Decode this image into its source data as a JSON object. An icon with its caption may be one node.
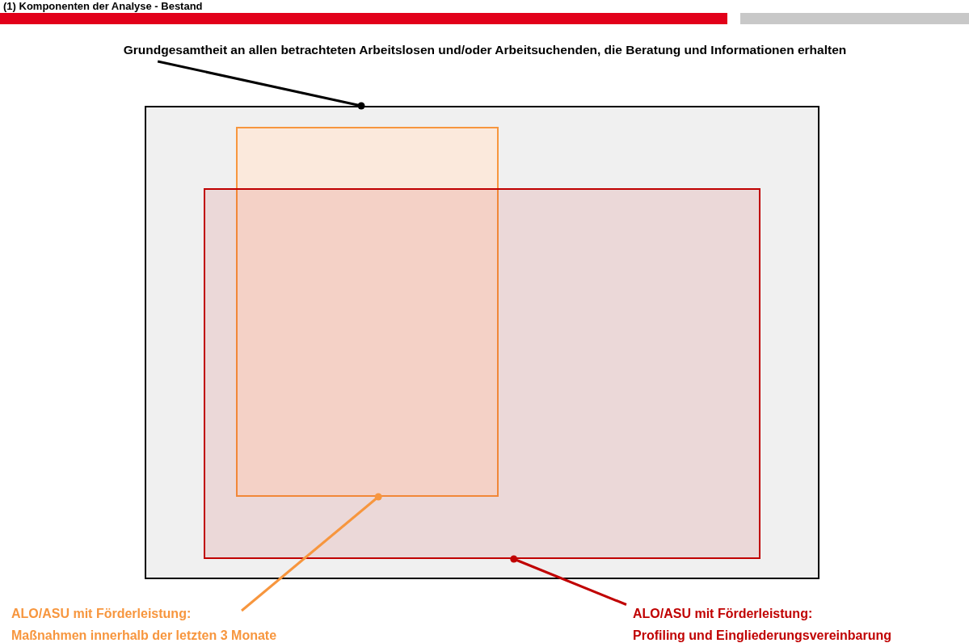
{
  "diagram": {
    "title": "(1) Komponenten der Analyse - Bestand",
    "nodes": [
      {
        "text": [
          "Grundgesamtheit an allen betrachteten Arbeitslosen und/oder Arbeitsuchenden, die Beratung und Informationen erhalten"
        ]
      },
      {
        "text": [],
        "shape": "box"
      },
      {
        "text": [],
        "shape": "box",
        "in": 1
      },
      {
        "text": [],
        "shape": "box",
        "in": 1
      },
      {
        "text": [
          "ALO/ASU mit Förderleistung:",
          "Maßnahmen innerhalb der letzten 3 Monate"
        ]
      },
      {
        "text": [
          "ALO/ASU mit Förderleistung:",
          "Profiling und Eingliederungsvereinbarung"
        ]
      }
    ],
    "edges": [
      {
        "from": 0,
        "to": 1,
        "arrow": "other"
      },
      {
        "from": 4,
        "to": 2,
        "arrow": "other",
        "color": "#f7963e"
      },
      {
        "from": 5,
        "to": 3,
        "arrow": "other",
        "color": "#c00000"
      }
    ]
  }
}
